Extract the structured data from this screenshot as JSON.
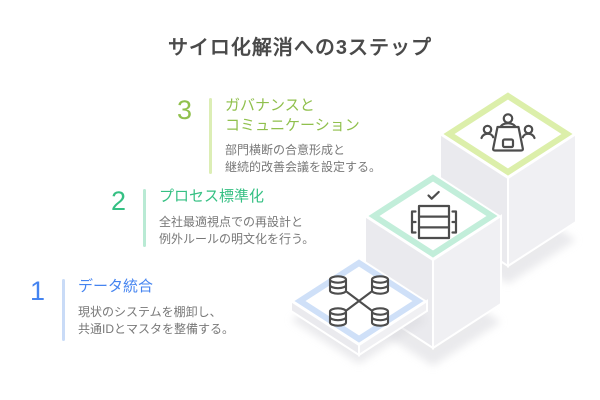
{
  "title": "サイロ化解消への3ステップ",
  "title_color": "#4a4a4a",
  "description_color": "#787878",
  "wall_colors": {
    "left": "#eaeaee",
    "right": "#f0f0f3",
    "shadow": "#d9d9de"
  },
  "icon_stroke_color": "#4d4d4d",
  "steps": [
    {
      "number": "1",
      "title_lines": [
        "データ統合"
      ],
      "description_lines": [
        "現状のシステムを棚卸し、",
        "共通IDとマスタを整備する。"
      ],
      "accent_color": "#4584f0",
      "separator_color": "#c9dbf7",
      "diamond_border_color": "#cfe0f8",
      "icon": "database-network-icon"
    },
    {
      "number": "2",
      "title_lines": [
        "プロセス標準化"
      ],
      "description_lines": [
        "全社最適視点での再設計と",
        "例外ルールの明文化を行う。"
      ],
      "accent_color": "#35c083",
      "separator_color": "#b9ead4",
      "diamond_border_color": "#c2eeda",
      "icon": "checked-table-icon"
    },
    {
      "number": "3",
      "title_lines": [
        "ガバナンスと",
        "コミュニケーション"
      ],
      "description_lines": [
        "部門横断の合意形成と",
        "継続的改善会議を設定する。"
      ],
      "accent_color": "#90c04d",
      "separator_color": "#dceeb5",
      "diamond_border_color": "#dcefaa",
      "icon": "meeting-icon"
    }
  ]
}
